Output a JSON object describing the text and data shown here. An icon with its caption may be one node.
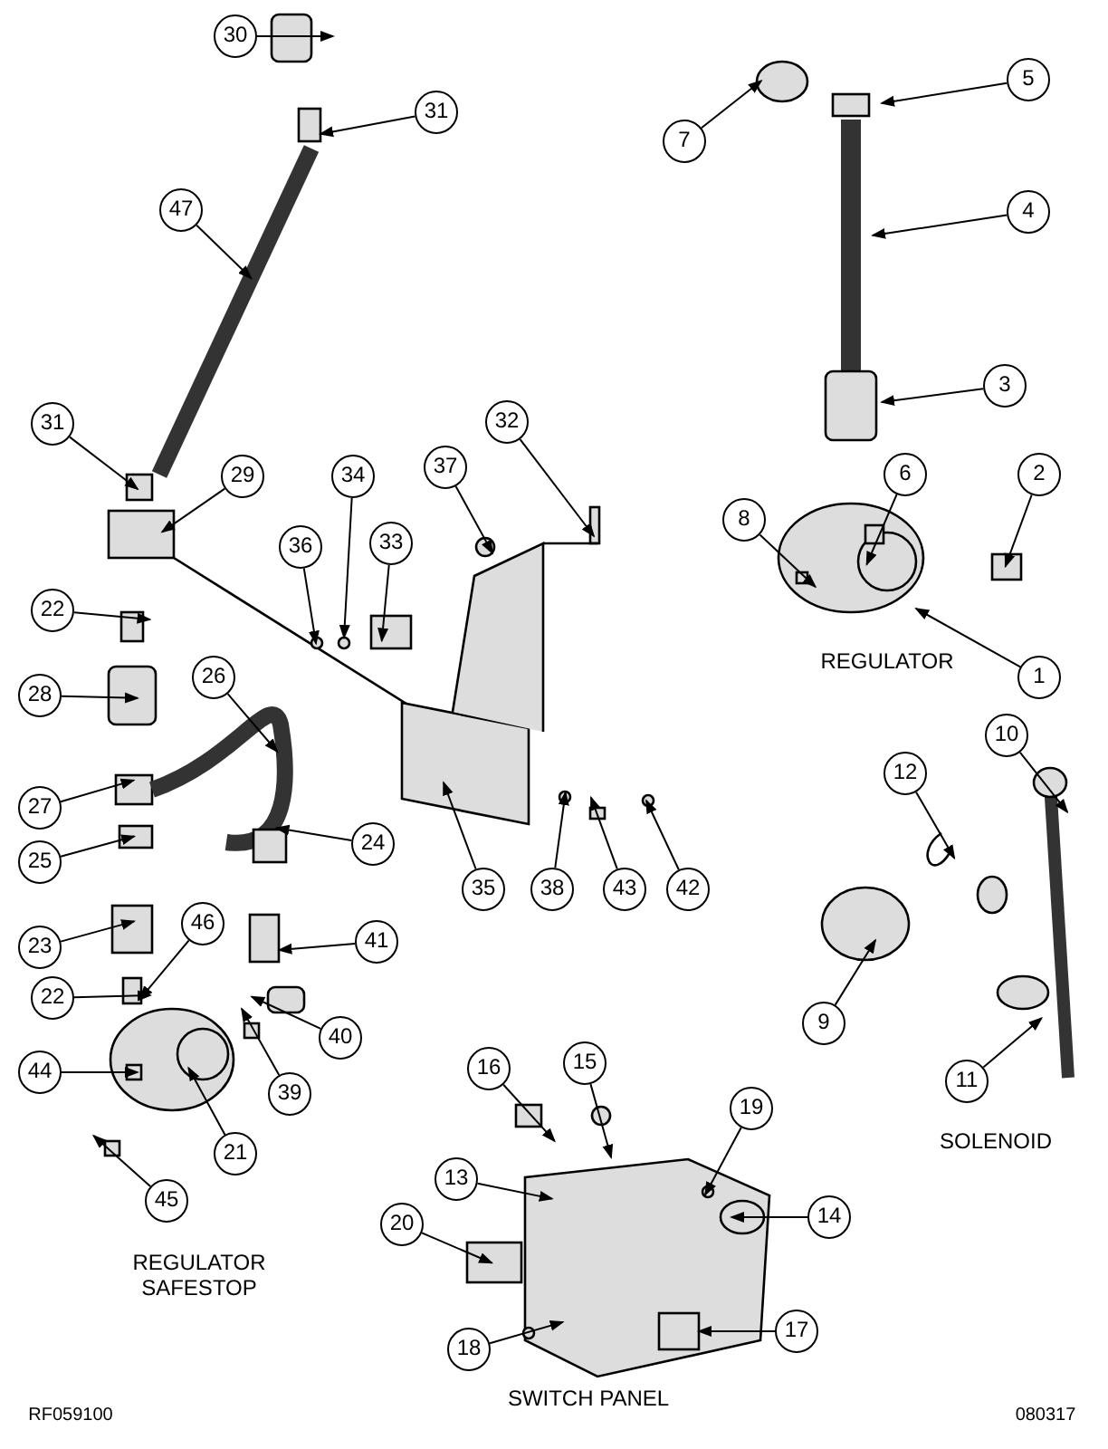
{
  "diagram": {
    "nodes": [
      {
        "text": [
          "30"
        ]
      },
      {
        "text": [
          "31"
        ]
      },
      {
        "text": [
          "47"
        ]
      },
      {
        "text": [
          "7"
        ]
      },
      {
        "text": [
          "5"
        ]
      },
      {
        "text": [
          "4"
        ]
      },
      {
        "text": [
          "3"
        ]
      },
      {
        "text": [
          "6"
        ]
      },
      {
        "text": [
          "2"
        ]
      },
      {
        "text": [
          "8"
        ]
      },
      {
        "text": [
          "1"
        ]
      },
      {
        "text": [
          "31"
        ]
      },
      {
        "text": [
          "29"
        ]
      },
      {
        "text": [
          "32"
        ]
      },
      {
        "text": [
          "37"
        ]
      },
      {
        "text": [
          "34"
        ]
      },
      {
        "text": [
          "36"
        ]
      },
      {
        "text": [
          "33"
        ]
      },
      {
        "text": [
          "22"
        ]
      },
      {
        "text": [
          "26"
        ]
      },
      {
        "text": [
          "28"
        ]
      },
      {
        "text": [
          "27"
        ]
      },
      {
        "text": [
          "35"
        ]
      },
      {
        "text": [
          "38"
        ]
      },
      {
        "text": [
          "43"
        ]
      },
      {
        "text": [
          "42"
        ]
      },
      {
        "text": [
          "25"
        ]
      },
      {
        "text": [
          "24"
        ]
      },
      {
        "text": [
          "23"
        ]
      },
      {
        "text": [
          "41"
        ]
      },
      {
        "text": [
          "22"
        ]
      },
      {
        "text": [
          "46"
        ]
      },
      {
        "text": [
          "44"
        ]
      },
      {
        "text": [
          "40"
        ]
      },
      {
        "text": [
          "39"
        ]
      },
      {
        "text": [
          "21"
        ]
      },
      {
        "text": [
          "45"
        ]
      },
      {
        "text": [
          "12"
        ]
      },
      {
        "text": [
          "10"
        ]
      },
      {
        "text": [
          "9"
        ]
      },
      {
        "text": [
          "11"
        ]
      },
      {
        "text": [
          "16"
        ]
      },
      {
        "text": [
          "15"
        ]
      },
      {
        "text": [
          "19"
        ]
      },
      {
        "text": [
          "13"
        ]
      },
      {
        "text": [
          "14"
        ]
      },
      {
        "text": [
          "20"
        ]
      },
      {
        "text": [
          "18"
        ]
      },
      {
        "text": [
          "17"
        ]
      }
    ],
    "edges": [
      {
        "from": 0,
        "to": null,
        "arrow": "to"
      },
      {
        "from": 1,
        "to": null,
        "arrow": "to"
      },
      {
        "from": 2,
        "to": null,
        "arrow": "to"
      },
      {
        "from": 3,
        "to": null,
        "arrow": "to"
      },
      {
        "from": 4,
        "to": null,
        "arrow": "to"
      },
      {
        "from": 5,
        "to": null,
        "arrow": "to"
      },
      {
        "from": 6,
        "to": null,
        "arrow": "to"
      },
      {
        "from": 7,
        "to": null,
        "arrow": "to"
      },
      {
        "from": 8,
        "to": null,
        "arrow": "to"
      },
      {
        "from": 9,
        "to": null,
        "arrow": "to"
      },
      {
        "from": 10,
        "to": null,
        "arrow": "to"
      },
      {
        "from": 11,
        "to": null,
        "arrow": "to"
      },
      {
        "from": 12,
        "to": null,
        "arrow": "to"
      },
      {
        "from": 13,
        "to": null,
        "arrow": "to"
      },
      {
        "from": 14,
        "to": null,
        "arrow": "to"
      },
      {
        "from": 15,
        "to": null,
        "arrow": "to"
      },
      {
        "from": 16,
        "to": null,
        "arrow": "to"
      },
      {
        "from": 17,
        "to": null,
        "arrow": "to"
      },
      {
        "from": 18,
        "to": null,
        "arrow": "to"
      },
      {
        "from": 19,
        "to": null,
        "arrow": "to"
      },
      {
        "from": 20,
        "to": null,
        "arrow": "to"
      },
      {
        "from": 21,
        "to": null,
        "arrow": "to"
      },
      {
        "from": 22,
        "to": null,
        "arrow": "to"
      },
      {
        "from": 23,
        "to": null,
        "arrow": "to"
      },
      {
        "from": 24,
        "to": null,
        "arrow": "to"
      },
      {
        "from": 25,
        "to": null,
        "arrow": "to"
      },
      {
        "from": 26,
        "to": null,
        "arrow": "to"
      },
      {
        "from": 27,
        "to": null,
        "arrow": "to"
      },
      {
        "from": 28,
        "to": null,
        "arrow": "to"
      },
      {
        "from": 29,
        "to": null,
        "arrow": "to"
      },
      {
        "from": 30,
        "to": null,
        "arrow": "to"
      },
      {
        "from": 31,
        "to": null,
        "arrow": "to"
      },
      {
        "from": 32,
        "to": null,
        "arrow": "to"
      },
      {
        "from": 33,
        "to": null,
        "arrow": "to"
      },
      {
        "from": 34,
        "to": null,
        "arrow": "to"
      },
      {
        "from": 35,
        "to": null,
        "arrow": "to"
      },
      {
        "from": 36,
        "to": null,
        "arrow": "to"
      },
      {
        "from": 37,
        "to": null,
        "arrow": "to"
      },
      {
        "from": 38,
        "to": null,
        "arrow": "to"
      },
      {
        "from": 39,
        "to": null,
        "arrow": "to"
      },
      {
        "from": 40,
        "to": null,
        "arrow": "to"
      },
      {
        "from": 41,
        "to": null,
        "arrow": "to"
      },
      {
        "from": 42,
        "to": null,
        "arrow": "to"
      },
      {
        "from": 43,
        "to": null,
        "arrow": "to"
      },
      {
        "from": 44,
        "to": null,
        "arrow": "to"
      },
      {
        "from": 45,
        "to": null,
        "arrow": "to"
      },
      {
        "from": 46,
        "to": null,
        "arrow": "to"
      },
      {
        "from": 47,
        "to": null,
        "arrow": "to"
      },
      {
        "from": 48,
        "to": null,
        "arrow": "to"
      }
    ],
    "labels": [
      "REGULATOR",
      "SOLENOID",
      "REGULATOR SAFESTOP",
      "SWITCH PANEL",
      "RF059100",
      "080317"
    ]
  }
}
